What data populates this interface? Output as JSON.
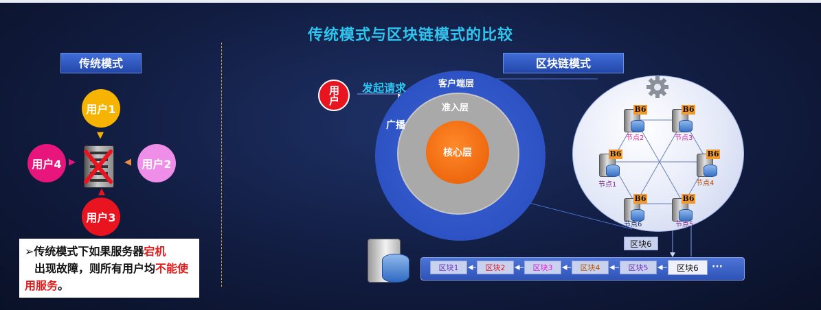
{
  "title": "传统模式与区块链模式的比较",
  "traditional": {
    "heading": "传统模式",
    "users": {
      "u1": "用户1",
      "u2": "用户2",
      "u3": "用户3",
      "u4": "用户4"
    },
    "note": {
      "bullet": "➢",
      "part1": "传统模式下如果服务器",
      "part2": "宕机",
      "part3": "出现故障，则所有用户均",
      "part4": "不能使用服务",
      "part5": "。"
    }
  },
  "blockchain": {
    "heading": "区块链模式",
    "user": "用户",
    "request": "发起请求",
    "broadcast": "广播",
    "layers": {
      "client": "客户端层",
      "access": "准入层",
      "core": "核心层"
    },
    "node_badge": "B6",
    "nodes": [
      "节点1",
      "节点2",
      "节点3",
      "节点4",
      "节点5",
      "节点6"
    ],
    "new_block": "区块6",
    "chain": [
      "区块1",
      "区块2",
      "区块3",
      "区块4",
      "区块5",
      "区块6"
    ],
    "ellipsis": "···"
  },
  "colors": {
    "title": "#2cc6f0",
    "user1": "#f6b400",
    "user2": "#ee8ee8",
    "user3": "#e8141f",
    "user4": "#e8157d",
    "block_text": [
      "#6b2fbf",
      "#e8141f",
      "#e01ad9",
      "#b85a00",
      "#6b2fbf",
      "#111111"
    ]
  }
}
